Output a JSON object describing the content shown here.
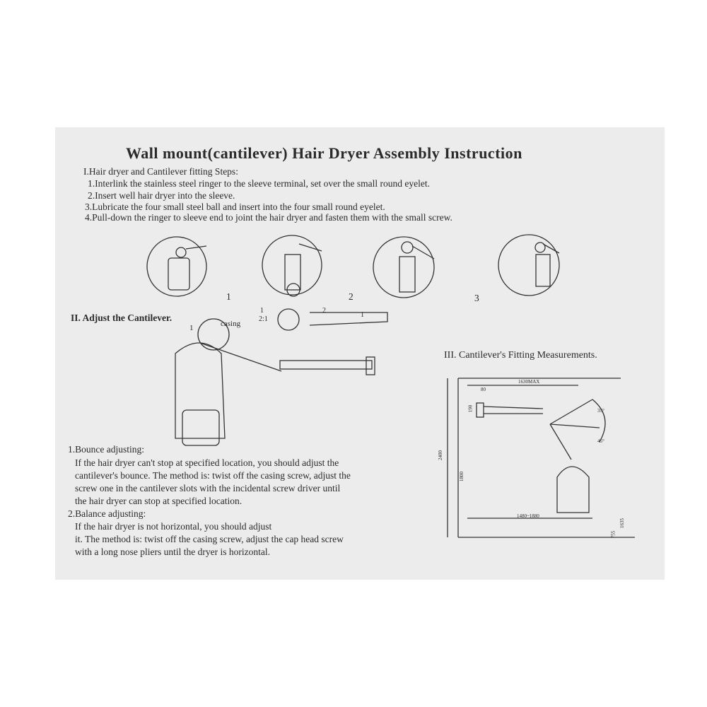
{
  "title": "Wall mount(cantilever) Hair Dryer Assembly Instruction",
  "section1": {
    "heading": "I.Hair dryer and Cantilever fitting Steps:",
    "steps": [
      "1.Interlink the stainless steel ringer to the sleeve terminal, set over the small round eyelet.",
      "2.Insert well hair dryer into the sleeve.",
      "3.Lubricate the four small steel ball and insert into the four small round eyelet.",
      "4.Pull-down the ringer to sleeve end to joint the hair dryer and fasten them with the small screw."
    ],
    "figure_labels": [
      "1",
      "2",
      "3"
    ]
  },
  "section2": {
    "heading": "II. Adjust the Cantilever.",
    "casing_label": "casing",
    "callouts": [
      "1",
      "1",
      "2",
      "1",
      "2:1"
    ],
    "bounce": {
      "heading": "1.Bounce adjusting:",
      "lines": [
        "If the hair dryer can't stop at specified location, you should adjust the",
        "cantilever's bounce. The method is: twist off the casing screw, adjust the",
        "screw one in the cantilever slots with the incidental screw driver until",
        "the hair dryer can stop at specified location."
      ]
    },
    "balance": {
      "heading": "2.Balance adjusting:",
      "lines": [
        "If the hair dryer is not horizontal, you should adjust",
        "it. The method is: twist off the casing screw, adjust the cap head screw",
        "with a long nose pliers until the dryer is horizontal."
      ]
    }
  },
  "section3": {
    "heading": "III. Cantilever's Fitting Measurements.",
    "dims": {
      "max": "1630MAX",
      "offset": "80",
      "bracket": "190",
      "height": "2400",
      "mount": "1800",
      "reach": "1480~1880",
      "angle_up": "35°",
      "angle_down": "45°",
      "low": "755",
      "high": "1635"
    }
  }
}
